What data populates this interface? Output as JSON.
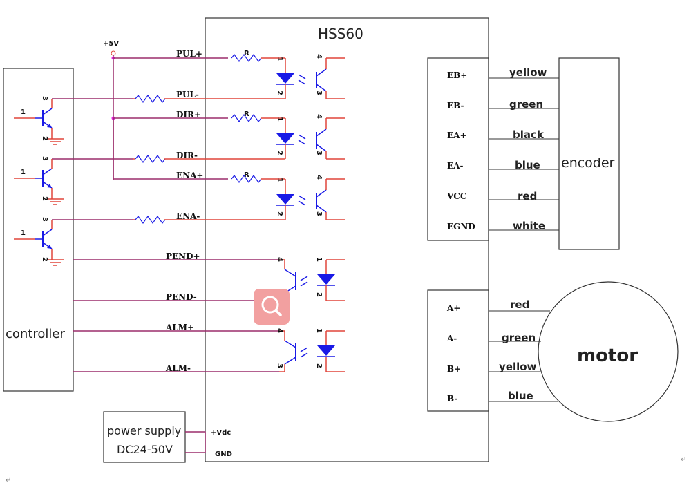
{
  "title": "HSS60",
  "supply_label": "+5V",
  "controller": {
    "label": "controller",
    "transistor_pin_base": "1",
    "pin_collector": "3",
    "pin_emitter": "2"
  },
  "inputs": [
    {
      "name": "PUL+",
      "resistor_label": "R"
    },
    {
      "name": "PUL-"
    },
    {
      "name": "DIR+",
      "resistor_label": "R"
    },
    {
      "name": "DIR-"
    },
    {
      "name": "ENA+",
      "resistor_label": "R"
    },
    {
      "name": "ENA-"
    }
  ],
  "outputs": [
    {
      "name": "PEND+"
    },
    {
      "name": "PEND-"
    },
    {
      "name": "ALM+"
    },
    {
      "name": "ALM-"
    }
  ],
  "optocoupler_pins": {
    "p1": "1",
    "p2": "2",
    "p3": "3",
    "p4": "4"
  },
  "encoder": {
    "label": "encoder",
    "pins": [
      {
        "name": "EB+",
        "wire": "yellow"
      },
      {
        "name": "EB-",
        "wire": "green"
      },
      {
        "name": "EA+",
        "wire": "black"
      },
      {
        "name": "EA-",
        "wire": "blue"
      },
      {
        "name": "VCC",
        "wire": "red"
      },
      {
        "name": "EGND",
        "wire": "white"
      }
    ]
  },
  "motor": {
    "label": "motor",
    "pins": [
      {
        "name": "A+",
        "wire": "red"
      },
      {
        "name": "A-",
        "wire": "green"
      },
      {
        "name": "B+",
        "wire": "yellow"
      },
      {
        "name": "B-",
        "wire": "blue"
      }
    ]
  },
  "power": {
    "line1": "power supply",
    "line2": "DC24-50V",
    "terminal_vdc": "+Vdc",
    "terminal_gnd": "GND"
  },
  "colors": {
    "wire": "#9b2d6b",
    "lead": "#e0453a",
    "component": "#1a1ae6",
    "outline": "#333333"
  },
  "overlay": {
    "icon": "magnify-icon"
  },
  "return_mark": "↵"
}
